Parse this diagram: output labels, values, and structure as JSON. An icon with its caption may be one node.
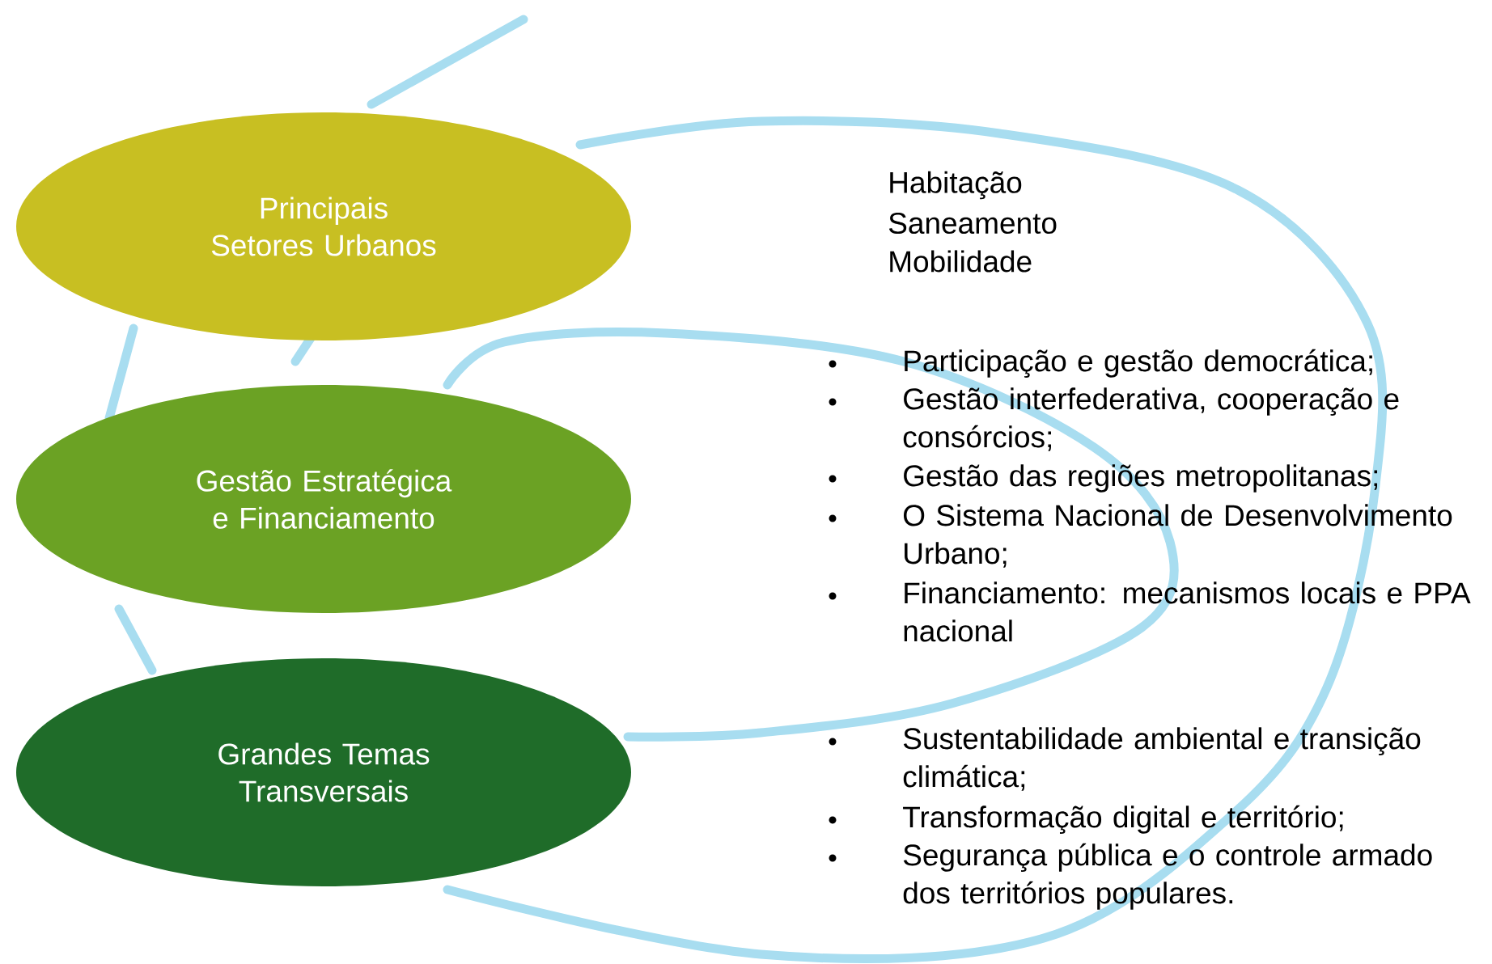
{
  "diagram": {
    "nodes": [
      {
        "text": [
          "Principais Setores Urbanos"
        ],
        "beside": [
          "Habitação",
          "Saneamento",
          "Mobilidade"
        ]
      },
      {
        "text": [
          "Gestão Estratégica e Financiamento"
        ],
        "beside": [
          "Participação e gestão democrática;",
          "Gestão interfederativa, cooperação e consórcios;",
          "Gestão das regiões metropolitanas;",
          "O Sistema Nacional de Desenvolvimento Urbano;",
          "Financiamento: mecanismos locais e PPA nacional"
        ]
      },
      {
        "text": [
          "Grandes Temas Transversais"
        ],
        "beside": [
          "Sustentabilidade ambiental e transição climática;",
          "Transformação digital e território;",
          "Segurança pública e o controle armado dos territórios populares."
        ]
      }
    ]
  }
}
